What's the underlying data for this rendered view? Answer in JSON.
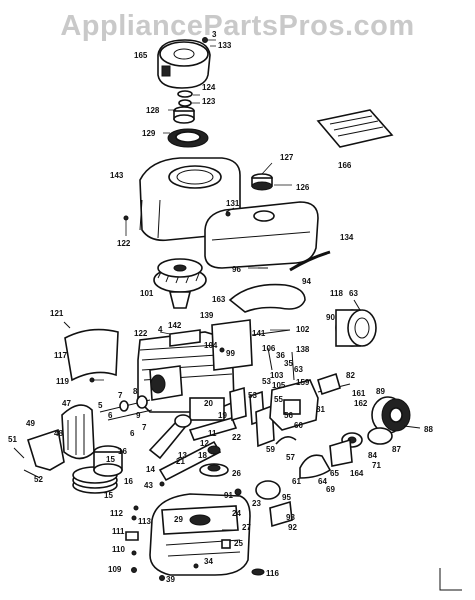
{
  "watermark": "AppliancePartsPros.com",
  "labels": [
    {
      "id": "l3",
      "text": "3"
    },
    {
      "id": "l133",
      "text": "133"
    },
    {
      "id": "l165",
      "text": "165"
    },
    {
      "id": "l124",
      "text": "124"
    },
    {
      "id": "l123",
      "text": "123"
    },
    {
      "id": "l128",
      "text": "128"
    },
    {
      "id": "l129",
      "text": "129"
    },
    {
      "id": "l166",
      "text": "166"
    },
    {
      "id": "l127",
      "text": "127"
    },
    {
      "id": "l143",
      "text": "143"
    },
    {
      "id": "l126",
      "text": "126"
    },
    {
      "id": "l131",
      "text": "131"
    },
    {
      "id": "l122a",
      "text": "122"
    },
    {
      "id": "l134",
      "text": "134"
    },
    {
      "id": "l96",
      "text": "96"
    },
    {
      "id": "l94",
      "text": "94"
    },
    {
      "id": "l118",
      "text": "118"
    },
    {
      "id": "l63a",
      "text": "63"
    },
    {
      "id": "l90",
      "text": "90"
    },
    {
      "id": "l121",
      "text": "121"
    },
    {
      "id": "l101",
      "text": "101"
    },
    {
      "id": "l163",
      "text": "163"
    },
    {
      "id": "l139",
      "text": "139"
    },
    {
      "id": "l4",
      "text": "4"
    },
    {
      "id": "l142",
      "text": "142"
    },
    {
      "id": "l122b",
      "text": "122"
    },
    {
      "id": "l141",
      "text": "141"
    },
    {
      "id": "l102",
      "text": "102"
    },
    {
      "id": "l104",
      "text": "104"
    },
    {
      "id": "l99",
      "text": "99"
    },
    {
      "id": "l117",
      "text": "117"
    },
    {
      "id": "l106",
      "text": "106"
    },
    {
      "id": "l36",
      "text": "36"
    },
    {
      "id": "l138",
      "text": "138"
    },
    {
      "id": "l35",
      "text": "35"
    },
    {
      "id": "l63b",
      "text": "63"
    },
    {
      "id": "l119",
      "text": "119"
    },
    {
      "id": "l103",
      "text": "103"
    },
    {
      "id": "l159",
      "text": "159"
    },
    {
      "id": "l82",
      "text": "82"
    },
    {
      "id": "l105",
      "text": "105"
    },
    {
      "id": "l53a",
      "text": "53"
    },
    {
      "id": "l55",
      "text": "55"
    },
    {
      "id": "l53b",
      "text": "53"
    },
    {
      "id": "l161",
      "text": "161"
    },
    {
      "id": "l162",
      "text": "162"
    },
    {
      "id": "l89",
      "text": "89"
    },
    {
      "id": "l47",
      "text": "47"
    },
    {
      "id": "l7",
      "text": "7"
    },
    {
      "id": "l8",
      "text": "8"
    },
    {
      "id": "l5",
      "text": "5"
    },
    {
      "id": "l6a",
      "text": "6"
    },
    {
      "id": "l20",
      "text": "20"
    },
    {
      "id": "l9",
      "text": "9"
    },
    {
      "id": "l19",
      "text": "19"
    },
    {
      "id": "l56",
      "text": "56"
    },
    {
      "id": "l81",
      "text": "81"
    },
    {
      "id": "l88",
      "text": "88"
    },
    {
      "id": "l49",
      "text": "49"
    },
    {
      "id": "l48",
      "text": "48"
    },
    {
      "id": "l6b",
      "text": "6"
    },
    {
      "id": "l7b",
      "text": "7"
    },
    {
      "id": "l12",
      "text": "12"
    },
    {
      "id": "l11",
      "text": "11"
    },
    {
      "id": "l22",
      "text": "22"
    },
    {
      "id": "l60",
      "text": "60"
    },
    {
      "id": "l59",
      "text": "59"
    },
    {
      "id": "l57",
      "text": "57"
    },
    {
      "id": "l84",
      "text": "84"
    },
    {
      "id": "l71",
      "text": "71"
    },
    {
      "id": "l87",
      "text": "87"
    },
    {
      "id": "l51",
      "text": "51"
    },
    {
      "id": "l16a",
      "text": "16"
    },
    {
      "id": "l13",
      "text": "13"
    },
    {
      "id": "l18",
      "text": "18"
    },
    {
      "id": "l21",
      "text": "21"
    },
    {
      "id": "l15a",
      "text": "15"
    },
    {
      "id": "l14",
      "text": "14"
    },
    {
      "id": "l26",
      "text": "26"
    },
    {
      "id": "l65",
      "text": "65"
    },
    {
      "id": "l164",
      "text": "164"
    },
    {
      "id": "l52",
      "text": "52"
    },
    {
      "id": "l16b",
      "text": "16"
    },
    {
      "id": "l43",
      "text": "43"
    },
    {
      "id": "l91",
      "text": "91"
    },
    {
      "id": "l61",
      "text": "61"
    },
    {
      "id": "l64",
      "text": "64"
    },
    {
      "id": "l69",
      "text": "69"
    },
    {
      "id": "l15b",
      "text": "15"
    },
    {
      "id": "l95",
      "text": "95"
    },
    {
      "id": "l23",
      "text": "23"
    },
    {
      "id": "l24",
      "text": "24"
    },
    {
      "id": "l112",
      "text": "112"
    },
    {
      "id": "l113",
      "text": "113"
    },
    {
      "id": "l27",
      "text": "27"
    },
    {
      "id": "l93",
      "text": "93"
    },
    {
      "id": "l92",
      "text": "92"
    },
    {
      "id": "l111",
      "text": "111"
    },
    {
      "id": "l29",
      "text": "29"
    },
    {
      "id": "l25",
      "text": "25"
    },
    {
      "id": "l110",
      "text": "110"
    },
    {
      "id": "l109",
      "text": "109"
    },
    {
      "id": "l34",
      "text": "34"
    },
    {
      "id": "l39",
      "text": "39"
    },
    {
      "id": "l116",
      "text": "116"
    }
  ]
}
